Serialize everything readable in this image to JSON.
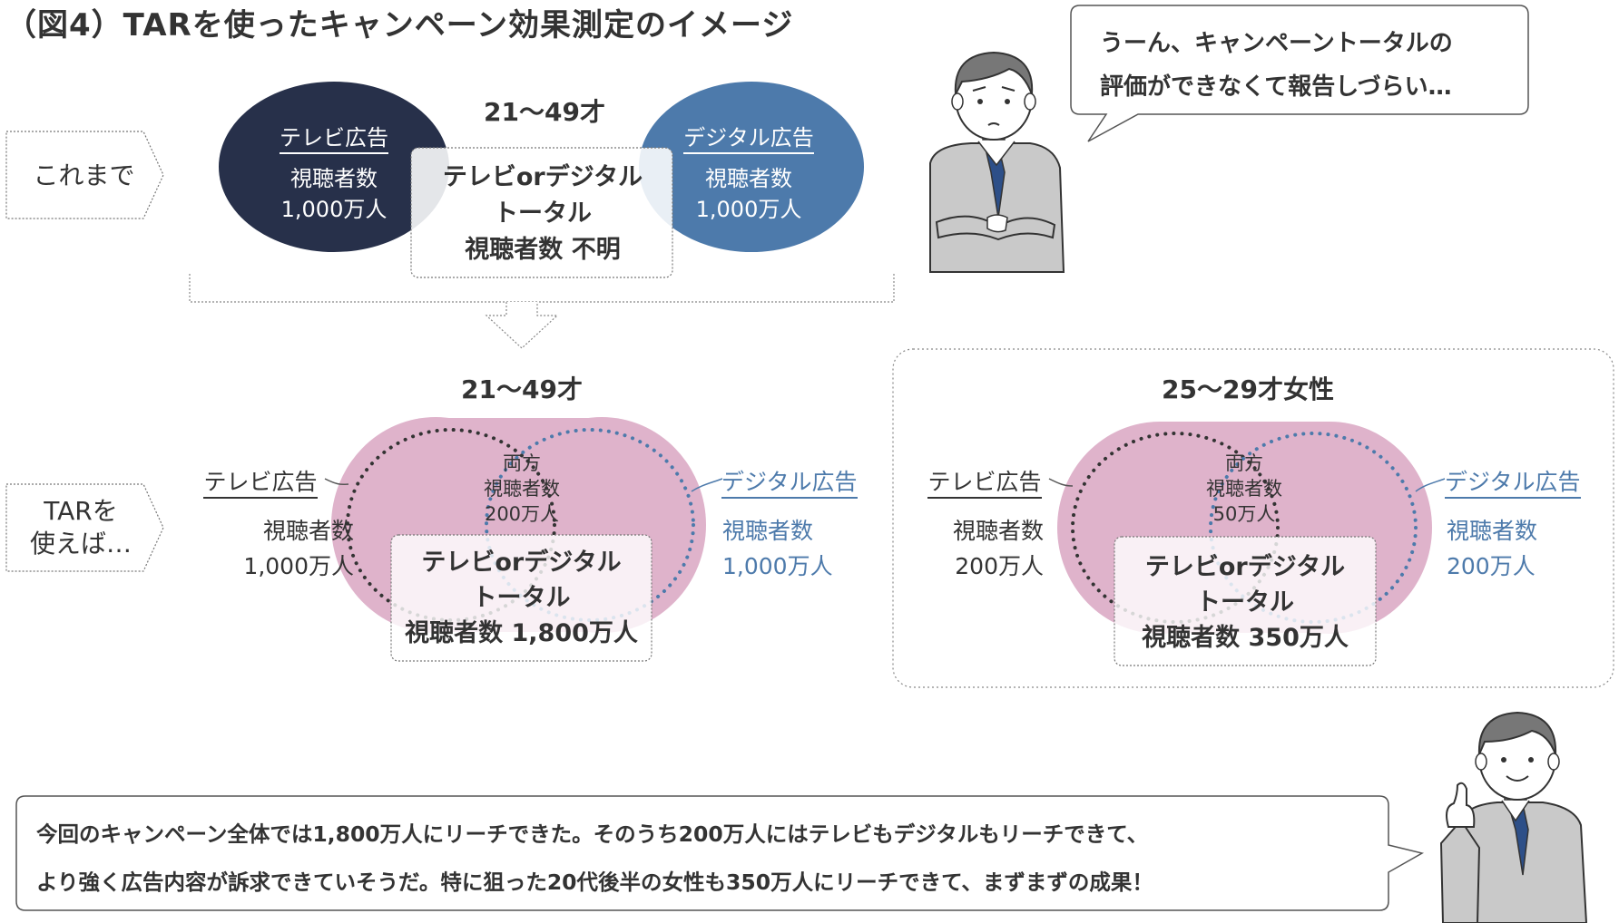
{
  "title": "（図4）TARを使ったキャンペーン効果測定のイメージ",
  "before": {
    "row_label": "これまで",
    "age": "21〜49才",
    "tv": {
      "label": "テレビ広告",
      "line1": "視聴者数",
      "line2": "1,000万人"
    },
    "digital": {
      "label": "デジタル広告",
      "line1": "視聴者数",
      "line2": "1,000万人"
    },
    "total": {
      "line1": "テレビorデジタル",
      "line2": "トータル",
      "line3": "視聴者数 不明"
    }
  },
  "speech_top": {
    "line1": "うーん、キャンペーントータルの",
    "line2": "評価ができなくて報告しづらい…"
  },
  "after": {
    "row_label_line1": "TARを",
    "row_label_line2": "使えば…",
    "left": {
      "age": "21〜49才",
      "tv": {
        "label": "テレビ広告",
        "line1": "視聴者数",
        "line2": "1,000万人"
      },
      "digital": {
        "label": "デジタル広告",
        "line1": "視聴者数",
        "line2": "1,000万人"
      },
      "both": {
        "line1": "両方",
        "line2": "視聴者数",
        "line3": "200万人"
      },
      "total": {
        "line1": "テレビorデジタル",
        "line2": "トータル",
        "line3": "視聴者数 1,800万人"
      }
    },
    "right": {
      "age": "25〜29才女性",
      "tv": {
        "label": "テレビ広告",
        "line1": "視聴者数",
        "line2": "200万人"
      },
      "digital": {
        "label": "デジタル広告",
        "line1": "視聴者数",
        "line2": "200万人"
      },
      "both": {
        "line1": "両方",
        "line2": "視聴者数",
        "line3": "50万人"
      },
      "total": {
        "line1": "テレビorデジタル",
        "line2": "トータル",
        "line3": "視聴者数 350万人"
      }
    }
  },
  "speech_bottom": {
    "line1": "今回のキャンペーン全体では1,800万人にリーチできた。そのうち200万人にはテレビもデジタルもリーチできて、",
    "line2": "より強く広告内容が訴求できていそうだ。特に狙った20代後半の女性も350万人にリーチできて、まずまずの成果！"
  },
  "colors": {
    "navy": "#27304a",
    "blue": "#4d7aab",
    "pink": "#dfb3cb",
    "label_blue": "#4d7aab"
  },
  "icons": [
    "worried-man-arms-crossed-icon",
    "smiling-man-pointing-icon",
    "down-arrow-icon"
  ]
}
